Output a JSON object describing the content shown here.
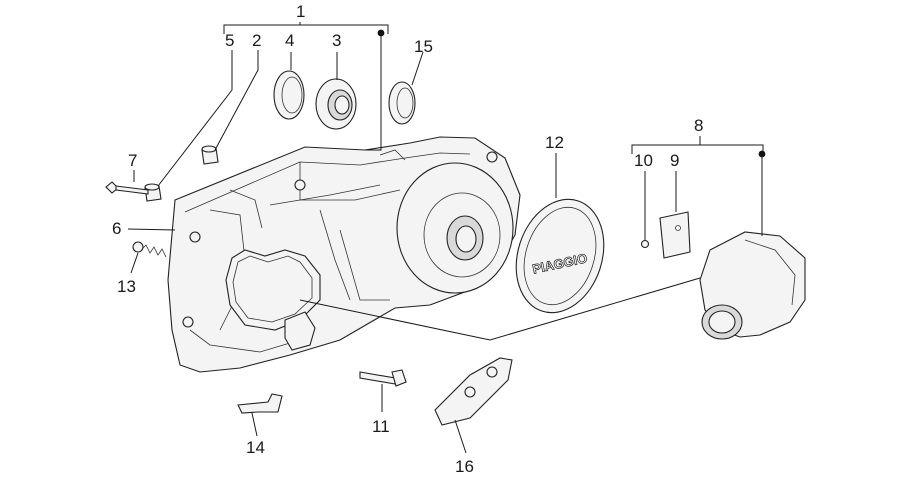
{
  "diagram": {
    "brand_text": "PIAGGIO",
    "callouts": [
      {
        "id": "1",
        "label": "1"
      },
      {
        "id": "2",
        "label": "2"
      },
      {
        "id": "3",
        "label": "3"
      },
      {
        "id": "4",
        "label": "4"
      },
      {
        "id": "5",
        "label": "5"
      },
      {
        "id": "6",
        "label": "6"
      },
      {
        "id": "7",
        "label": "7"
      },
      {
        "id": "8",
        "label": "8"
      },
      {
        "id": "9",
        "label": "9"
      },
      {
        "id": "10",
        "label": "10"
      },
      {
        "id": "11",
        "label": "11"
      },
      {
        "id": "12",
        "label": "12"
      },
      {
        "id": "13",
        "label": "13"
      },
      {
        "id": "14",
        "label": "14"
      },
      {
        "id": "15",
        "label": "15"
      },
      {
        "id": "16",
        "label": "16"
      }
    ]
  }
}
